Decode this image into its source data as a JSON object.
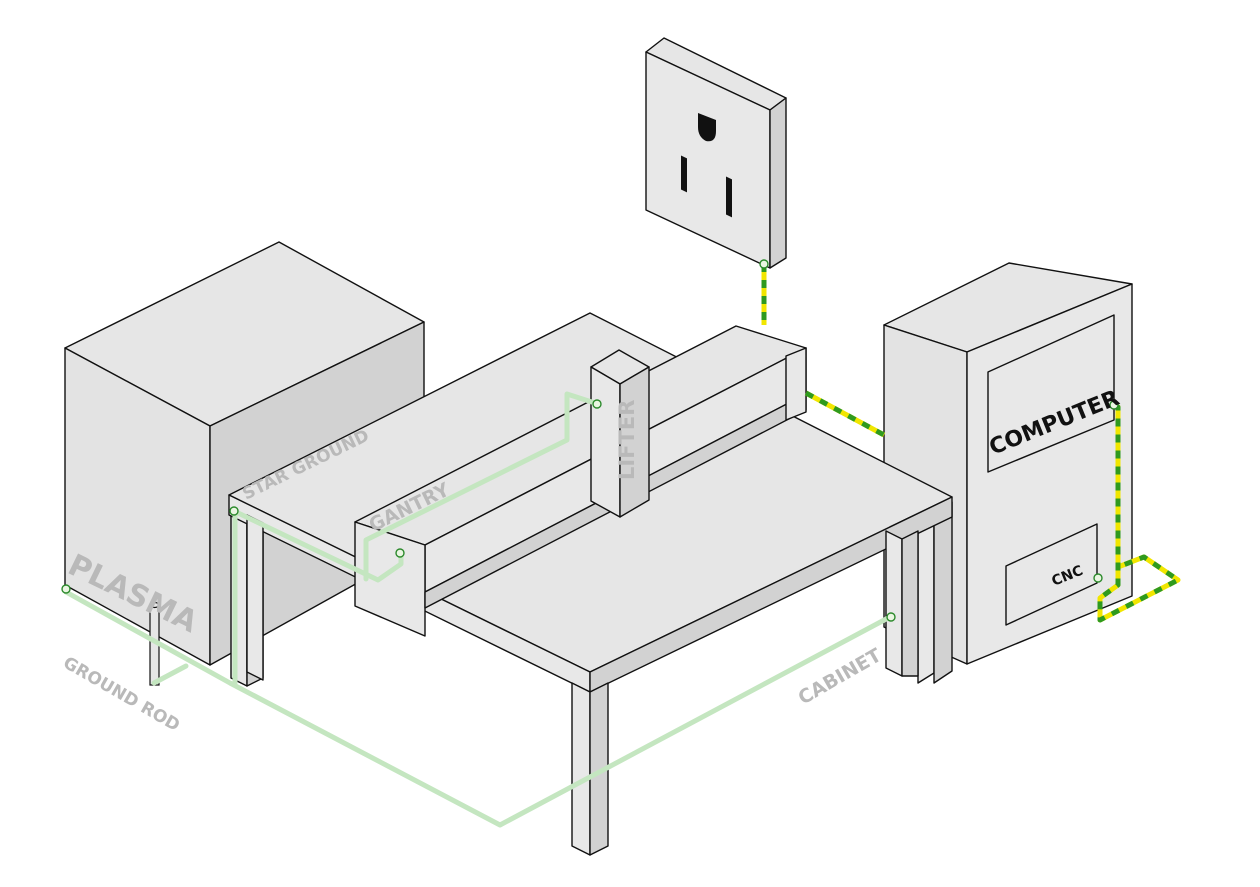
{
  "labels": {
    "plasma": "PLASMA",
    "star_ground": "STAR GROUND",
    "gantry": "GANTRY",
    "lifter": "LIFTER",
    "computer": "COMPUTER",
    "cnc": "CNC",
    "ground_rod": "GROUND ROD",
    "cabinet": "CABINET"
  },
  "colors": {
    "ground_wire": "#c4e6c0",
    "earth_wire_yellow": "#f1e600",
    "earth_wire_green": "#2f9a1e",
    "box_light": "#e6e6e6",
    "box_shade": "#d2d2d2",
    "label_grey": "#b9b9b9"
  }
}
